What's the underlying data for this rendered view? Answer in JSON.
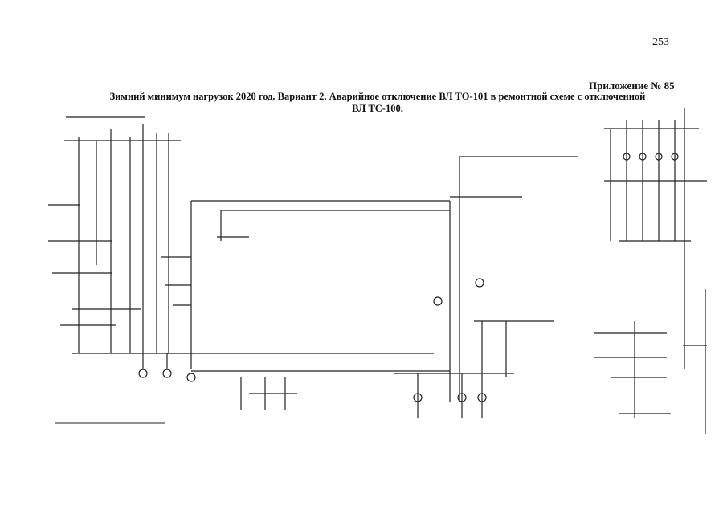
{
  "header": {
    "page_number": "253",
    "appendix": "Приложение № 85",
    "title_line_1": "Зимний минимум нагрузок 2020 год. Вариант 2. Аварийное отключение ВЛ ТО-101 в ремонтной схеме с отключенной",
    "title_line_2": "ВЛ ТС-100."
  }
}
